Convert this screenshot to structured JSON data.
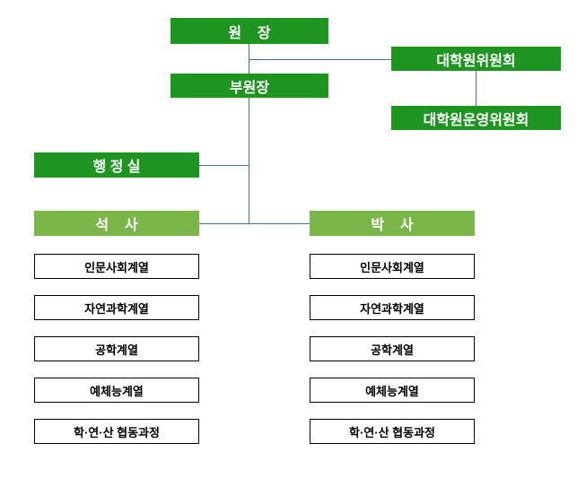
{
  "colors": {
    "dark_green": "#1e9421",
    "light_green": "#7ab648",
    "line": "#41719c",
    "box_border": "#000000"
  },
  "nodes": {
    "director": "원    장",
    "grad_committee": "대학원위원회",
    "vice_director": "부원장",
    "operating_committee": "대학원운영위원회",
    "admin_office": "행 정 실",
    "masters": "석    사",
    "doctorate": "박    사"
  },
  "programs": [
    "인문사회계열",
    "자연과학계열",
    "공학계열",
    "예체능계열",
    "학·연·산 협동과정"
  ]
}
